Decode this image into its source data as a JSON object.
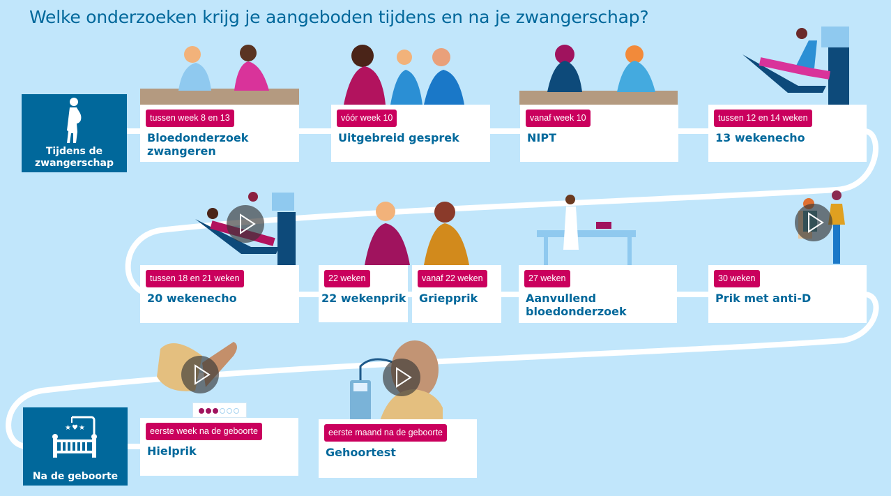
{
  "title": "Welke onderzoeken krijg je aangeboden tijdens en na je zwangerschap?",
  "colors": {
    "background": "#c1e6fb",
    "primary_blue": "#01689b",
    "badge_magenta": "#ca005d",
    "card": "#ffffff"
  },
  "phases": [
    {
      "label": "Tijdens de zwangerschap",
      "icon": "pregnant-woman-icon"
    },
    {
      "label": "Na de geboorte",
      "icon": "crib-icon"
    }
  ],
  "steps": [
    {
      "badge": "tussen week 8 en 13",
      "title": "Bloedonderzoek zwangeren",
      "video": false
    },
    {
      "badge": "vóór week 10",
      "title": "Uitgebreid gesprek",
      "video": false
    },
    {
      "badge": "vanaf week 10",
      "title": "NIPT",
      "video": false
    },
    {
      "badge": "tussen 12 en 14 weken",
      "title": "13 wekenecho",
      "video": false
    },
    {
      "badge": "tussen 18 en 21 weken",
      "title": "20 wekenecho",
      "video": true
    },
    {
      "badge": "22 weken",
      "title": "22 wekenprik",
      "video": false
    },
    {
      "badge": "vanaf 22 weken",
      "title": "Griepprik",
      "video": false
    },
    {
      "badge": "27 weken",
      "title": "Aanvullend bloedonderzoek",
      "video": false
    },
    {
      "badge": "30 weken",
      "title": "Prik met anti-D",
      "video": true
    },
    {
      "badge": "eerste week na de geboorte",
      "title": "Hielprik",
      "video": true
    },
    {
      "badge": "eerste maand na de geboorte",
      "title": "Gehoortest",
      "video": true
    }
  ]
}
